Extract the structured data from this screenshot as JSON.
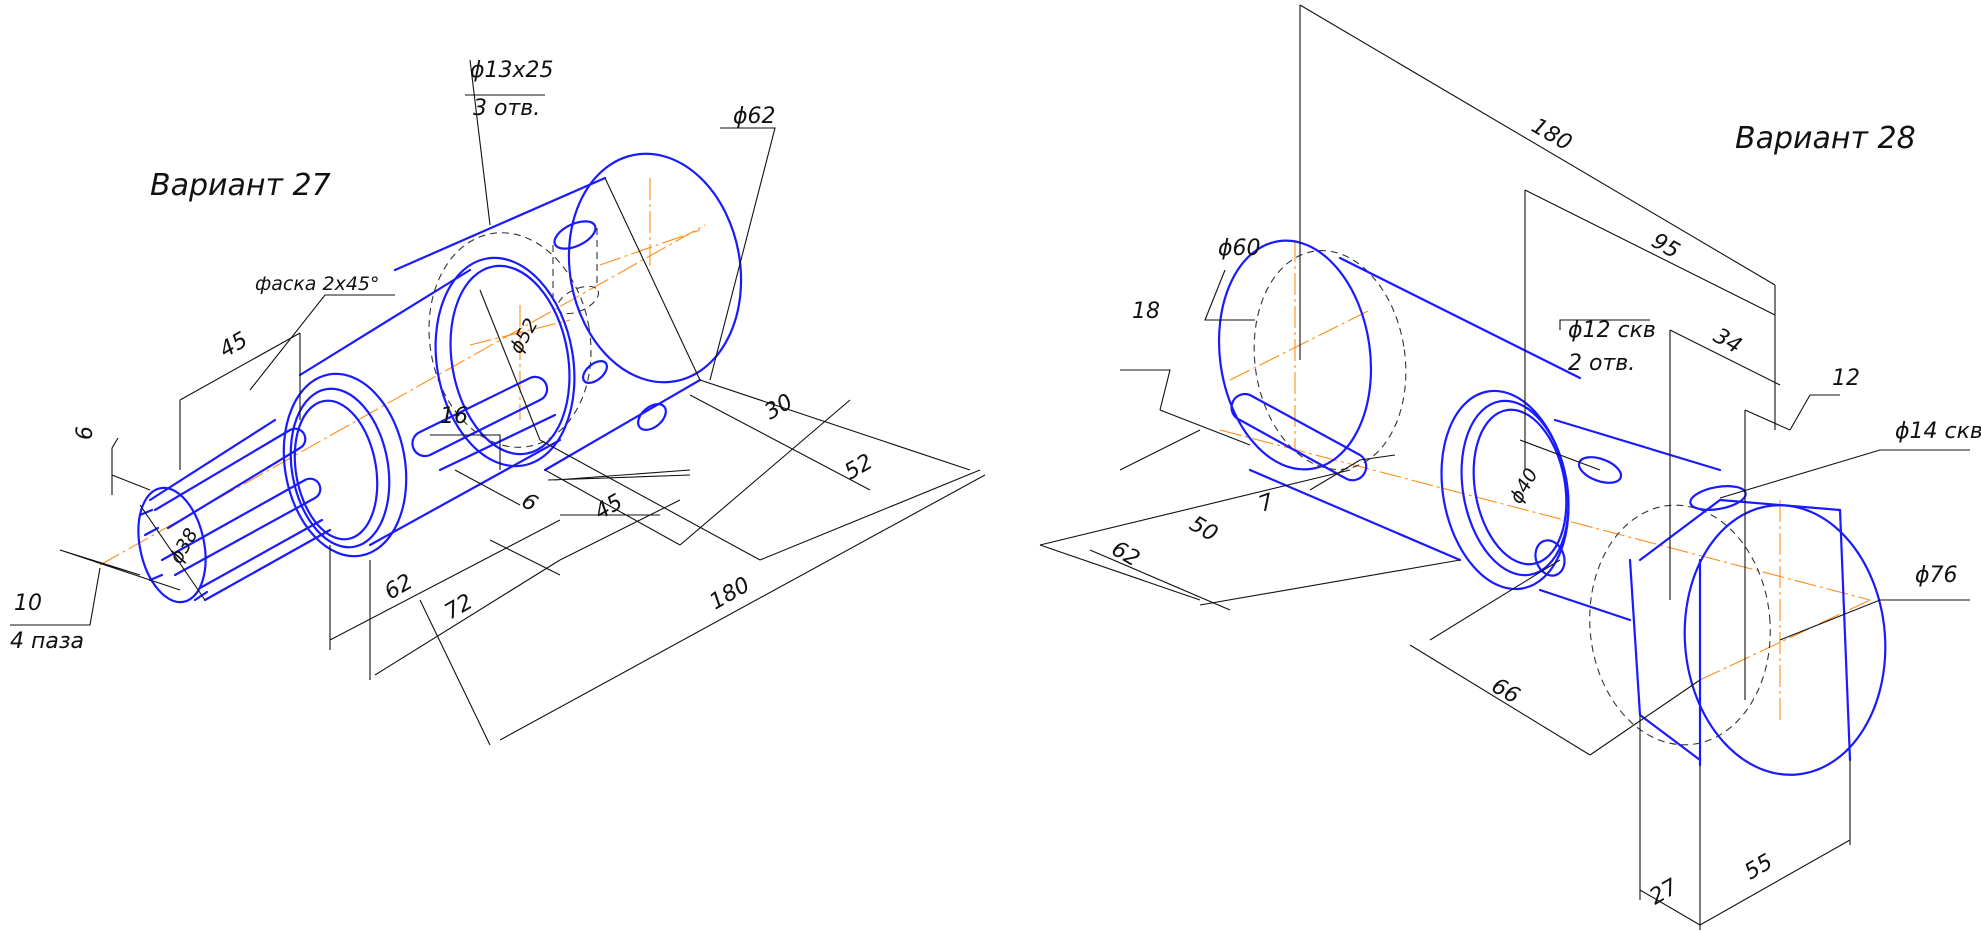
{
  "variant27": {
    "title": "Вариант 27",
    "hole_note": "ϕ13x25",
    "hole_count": "3 отв.",
    "dia_62": "ϕ62",
    "chamfer": "фаска 2x45°",
    "dia_52": "ϕ52",
    "dia_38": "ϕ38",
    "dim_45_top": "45",
    "dim_6_left": "6",
    "dim_16": "16",
    "dim_6_slot": "6",
    "dim_30": "30",
    "dim_52": "52",
    "dim_45_bottom": "45",
    "dim_62": "62",
    "dim_72": "72",
    "dim_180": "180",
    "slot_width": "10",
    "slot_count": "4 паза"
  },
  "variant28": {
    "title": "Вариант 28",
    "dim_180": "180",
    "dim_95": "95",
    "dim_34": "34",
    "dim_12": "12",
    "dia_60": "ϕ60",
    "dim_18": "18",
    "hole_note": "ϕ12 скв",
    "hole_count": "2 отв.",
    "dia_14": "ϕ14 скв.",
    "dia_40": "ϕ40",
    "dia_76": "ϕ76",
    "dim_7": "7",
    "dim_50": "50",
    "dim_62": "62",
    "dim_66": "66",
    "dim_27": "27",
    "dim_55": "55"
  }
}
